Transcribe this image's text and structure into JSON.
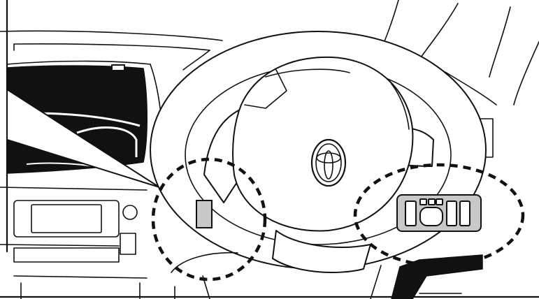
{
  "figure": {
    "subject": "steering-wheel-dashboard-line-drawing",
    "highlight_color": "#c8c8c8",
    "line_color": "#111111",
    "callouts": [
      "left-of-column-button",
      "right-switch-panel"
    ]
  }
}
